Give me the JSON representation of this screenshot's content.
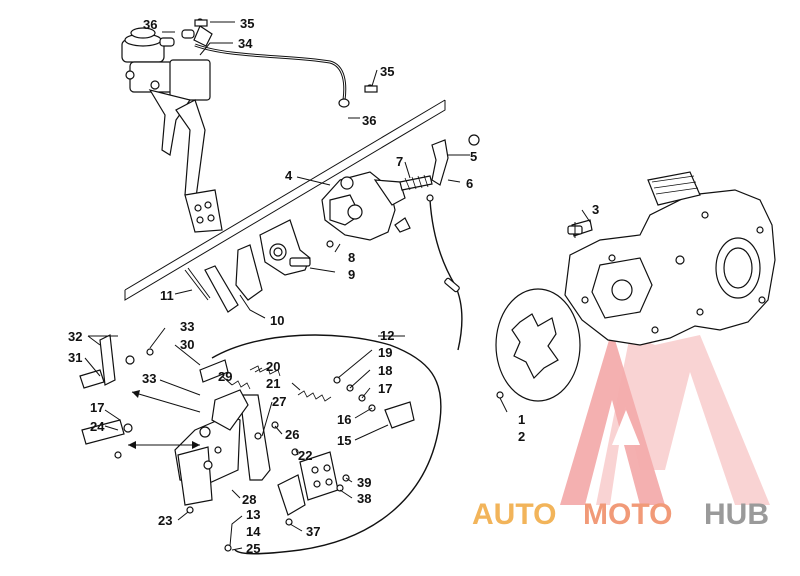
{
  "labels": [
    {
      "id": "35a",
      "text": "35"
    },
    {
      "id": "36a",
      "text": "36"
    },
    {
      "id": "34",
      "text": "34"
    },
    {
      "id": "35b",
      "text": "35"
    },
    {
      "id": "36b",
      "text": "36"
    },
    {
      "id": "4",
      "text": "4"
    },
    {
      "id": "7",
      "text": "7"
    },
    {
      "id": "5",
      "text": "5"
    },
    {
      "id": "6",
      "text": "6"
    },
    {
      "id": "3",
      "text": "3"
    },
    {
      "id": "8",
      "text": "8"
    },
    {
      "id": "9",
      "text": "9"
    },
    {
      "id": "11",
      "text": "11"
    },
    {
      "id": "10",
      "text": "10"
    },
    {
      "id": "32",
      "text": "32"
    },
    {
      "id": "33a",
      "text": "33"
    },
    {
      "id": "30",
      "text": "30"
    },
    {
      "id": "31",
      "text": "31"
    },
    {
      "id": "12",
      "text": "12"
    },
    {
      "id": "19",
      "text": "19"
    },
    {
      "id": "20",
      "text": "20"
    },
    {
      "id": "18",
      "text": "18"
    },
    {
      "id": "17a",
      "text": "17"
    },
    {
      "id": "29",
      "text": "29"
    },
    {
      "id": "33b",
      "text": "33"
    },
    {
      "id": "21",
      "text": "21"
    },
    {
      "id": "27",
      "text": "27"
    },
    {
      "id": "16",
      "text": "16"
    },
    {
      "id": "15",
      "text": "15"
    },
    {
      "id": "17b",
      "text": "17"
    },
    {
      "id": "24",
      "text": "24"
    },
    {
      "id": "26",
      "text": "26"
    },
    {
      "id": "22",
      "text": "22"
    },
    {
      "id": "1",
      "text": "1"
    },
    {
      "id": "2",
      "text": "2"
    },
    {
      "id": "39",
      "text": "39"
    },
    {
      "id": "38",
      "text": "38"
    },
    {
      "id": "28",
      "text": "28"
    },
    {
      "id": "23",
      "text": "23"
    },
    {
      "id": "13",
      "text": "13"
    },
    {
      "id": "14",
      "text": "14"
    },
    {
      "id": "37",
      "text": "37"
    },
    {
      "id": "25",
      "text": "25"
    }
  ],
  "watermark": {
    "word_auto": "AUTO",
    "word_moto": "MOTO",
    "word_hub": "HUB",
    "colors": {
      "auto": "#f2b45a",
      "moto": "#f2a07a",
      "hub": "#9a9a9a",
      "triangle": "#f0a0a0"
    }
  }
}
